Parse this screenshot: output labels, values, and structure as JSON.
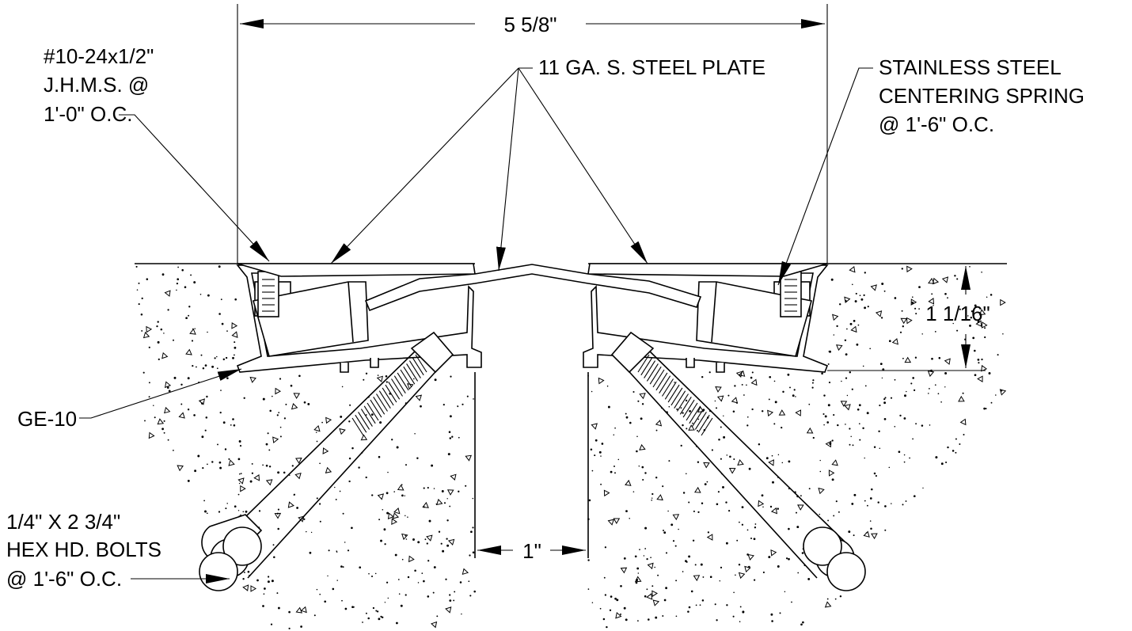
{
  "dimensions": {
    "overall_width": "5 5/8\"",
    "height": "1 1/16\"",
    "gap": "1\""
  },
  "callouts": {
    "screw": [
      "#10-24x1/2\"",
      "J.H.M.S. @",
      "1'-0\" O.C."
    ],
    "plate": "11 GA. S. STEEL PLATE",
    "spring": [
      "STAINLESS STEEL",
      "CENTERING SPRING",
      "@ 1'-6\" O.C."
    ],
    "profile": "GE-10",
    "bolts": [
      "1/4\" X 2 3/4\"",
      "HEX HD. BOLTS",
      "@ 1'-6\" O.C."
    ]
  }
}
